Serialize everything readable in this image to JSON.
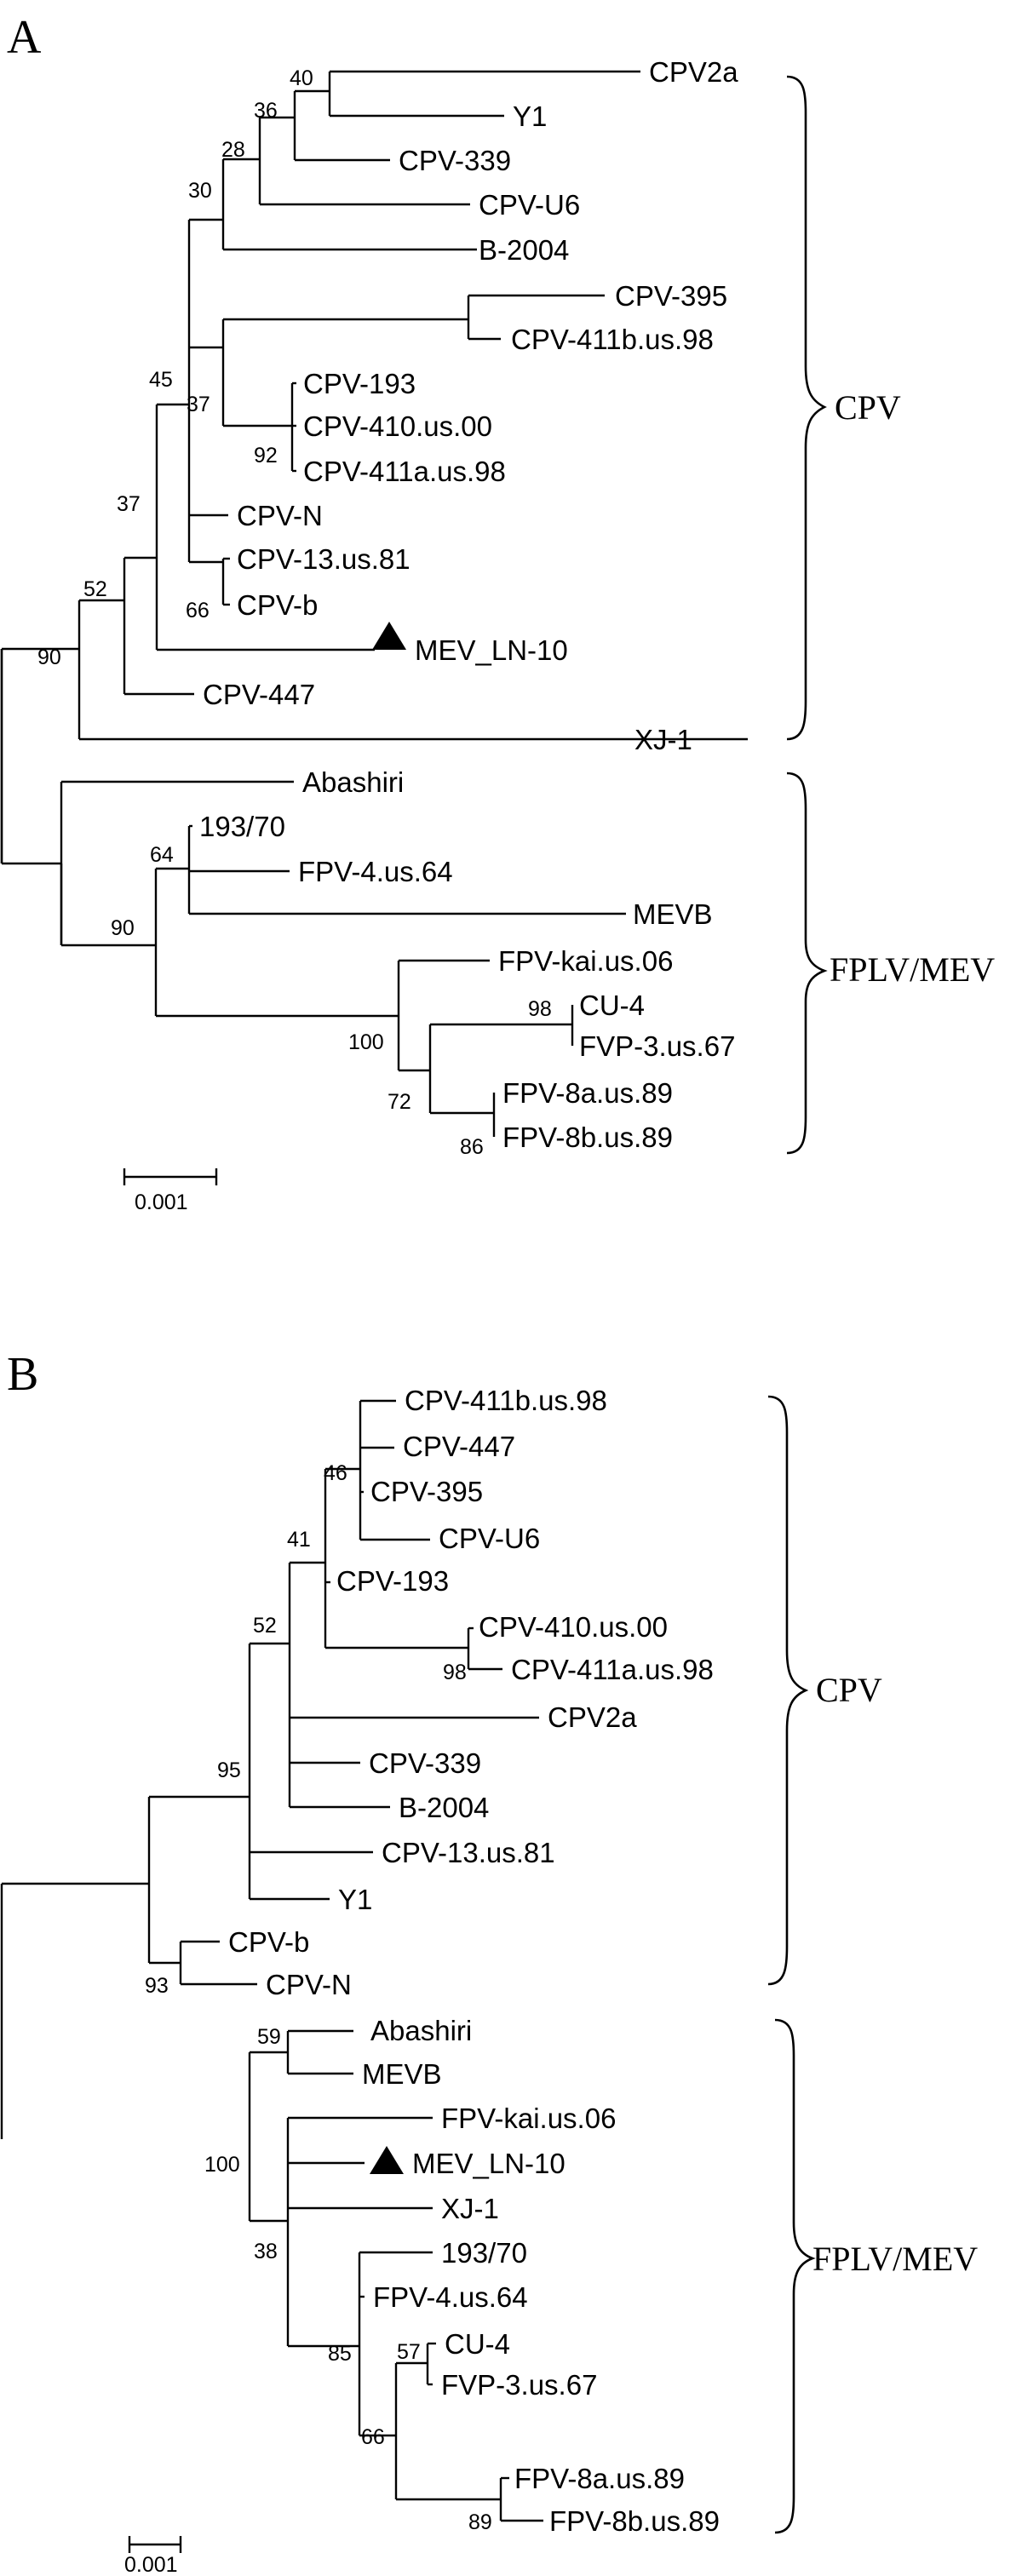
{
  "panels": [
    {
      "letter": "A",
      "scale_label": "0.001",
      "clades": [
        {
          "label": "CPV"
        },
        {
          "label": "FPLV/MEV"
        }
      ],
      "leaves": [
        "CPV2a",
        "Y1",
        "CPV-339",
        "CPV-U6",
        "B-2004",
        "CPV-395",
        "CPV-411b.us.98",
        "CPV-193",
        "CPV-410.us.00",
        "CPV-411a.us.98",
        "CPV-N",
        "CPV-13.us.81",
        "CPV-b",
        "MEV_LN-10",
        "CPV-447",
        "XJ-1",
        "Abashiri",
        "193/70",
        "FPV-4.us.64",
        "MEVB",
        "FPV-kai.us.06",
        "CU-4",
        "FVP-3.us.67",
        "FPV-8a.us.89",
        "FPV-8b.us.89"
      ],
      "bootstrap": [
        "40",
        "36",
        "28",
        "30",
        "45",
        "37",
        "92",
        "66",
        "37",
        "52",
        "90",
        "64",
        "90",
        "100",
        "98",
        "72",
        "86"
      ]
    },
    {
      "letter": "B",
      "scale_label": "0.001",
      "clades": [
        {
          "label": "CPV"
        },
        {
          "label": "FPLV/MEV"
        }
      ],
      "leaves": [
        "CPV-411b.us.98",
        "CPV-447",
        "CPV-395",
        "CPV-U6",
        "CPV-193",
        "CPV-410.us.00",
        "CPV-411a.us.98",
        "CPV2a",
        "CPV-339",
        "B-2004",
        "CPV-13.us.81",
        "Y1",
        "CPV-b",
        "CPV-N",
        "Abashiri",
        "MEVB",
        "FPV-kai.us.06",
        "MEV_LN-10",
        "XJ-1",
        "193/70",
        "FPV-4.us.64",
        "CU-4",
        "FVP-3.us.67",
        "FPV-8a.us.89",
        "FPV-8b.us.89"
      ],
      "bootstrap": [
        "46",
        "41",
        "98",
        "52",
        "95",
        "93",
        "59",
        "100",
        "38",
        "85",
        "57",
        "66",
        "89"
      ]
    }
  ]
}
